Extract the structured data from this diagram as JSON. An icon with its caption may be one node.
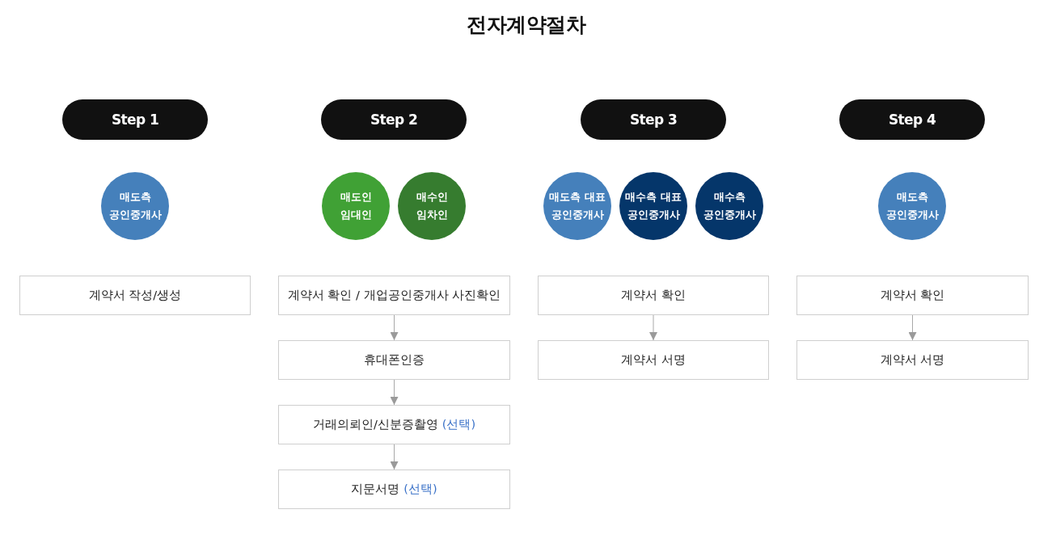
{
  "diagram": {
    "title": "전자계약절차",
    "nodes": [
      {
        "text": [
          "Step 1"
        ]
      },
      {
        "text": [
          "매도측 공인중개사"
        ]
      },
      {
        "text": [
          "계약서 작성/생성"
        ]
      },
      {
        "text": [
          "Step 2"
        ]
      },
      {
        "text": [
          "매도인 임대인"
        ]
      },
      {
        "text": [
          "매수인 임차인"
        ]
      },
      {
        "text": [
          "계약서 확인 / 개업공인중개사 사진확인"
        ]
      },
      {
        "text": [
          "휴대폰인증"
        ]
      },
      {
        "text": [
          "거래의뢰인/신분증촬영",
          "(선택)"
        ]
      },
      {
        "text": [
          "지문서명",
          "(선택)"
        ]
      },
      {
        "text": [
          "Step 3"
        ]
      },
      {
        "text": [
          "매도측 대표 공인중개사"
        ]
      },
      {
        "text": [
          "매수측 대표 공인중개사"
        ]
      },
      {
        "text": [
          "매수측 공인중개사"
        ]
      },
      {
        "text": [
          "계약서 확인"
        ]
      },
      {
        "text": [
          "계약서 서명"
        ]
      },
      {
        "text": [
          "Step 4"
        ]
      },
      {
        "text": [
          "매도측 공인중개사"
        ]
      },
      {
        "text": [
          "계약서 확인"
        ]
      },
      {
        "text": [
          "계약서 서명"
        ]
      }
    ],
    "edges": [
      {
        "from": 6,
        "to": 7,
        "arrow": "to"
      },
      {
        "from": 7,
        "to": 8,
        "arrow": "to"
      },
      {
        "from": 8,
        "to": 9,
        "arrow": "to"
      },
      {
        "from": 14,
        "to": 15,
        "arrow": "to"
      },
      {
        "from": 18,
        "to": 19,
        "arrow": "to"
      }
    ]
  }
}
